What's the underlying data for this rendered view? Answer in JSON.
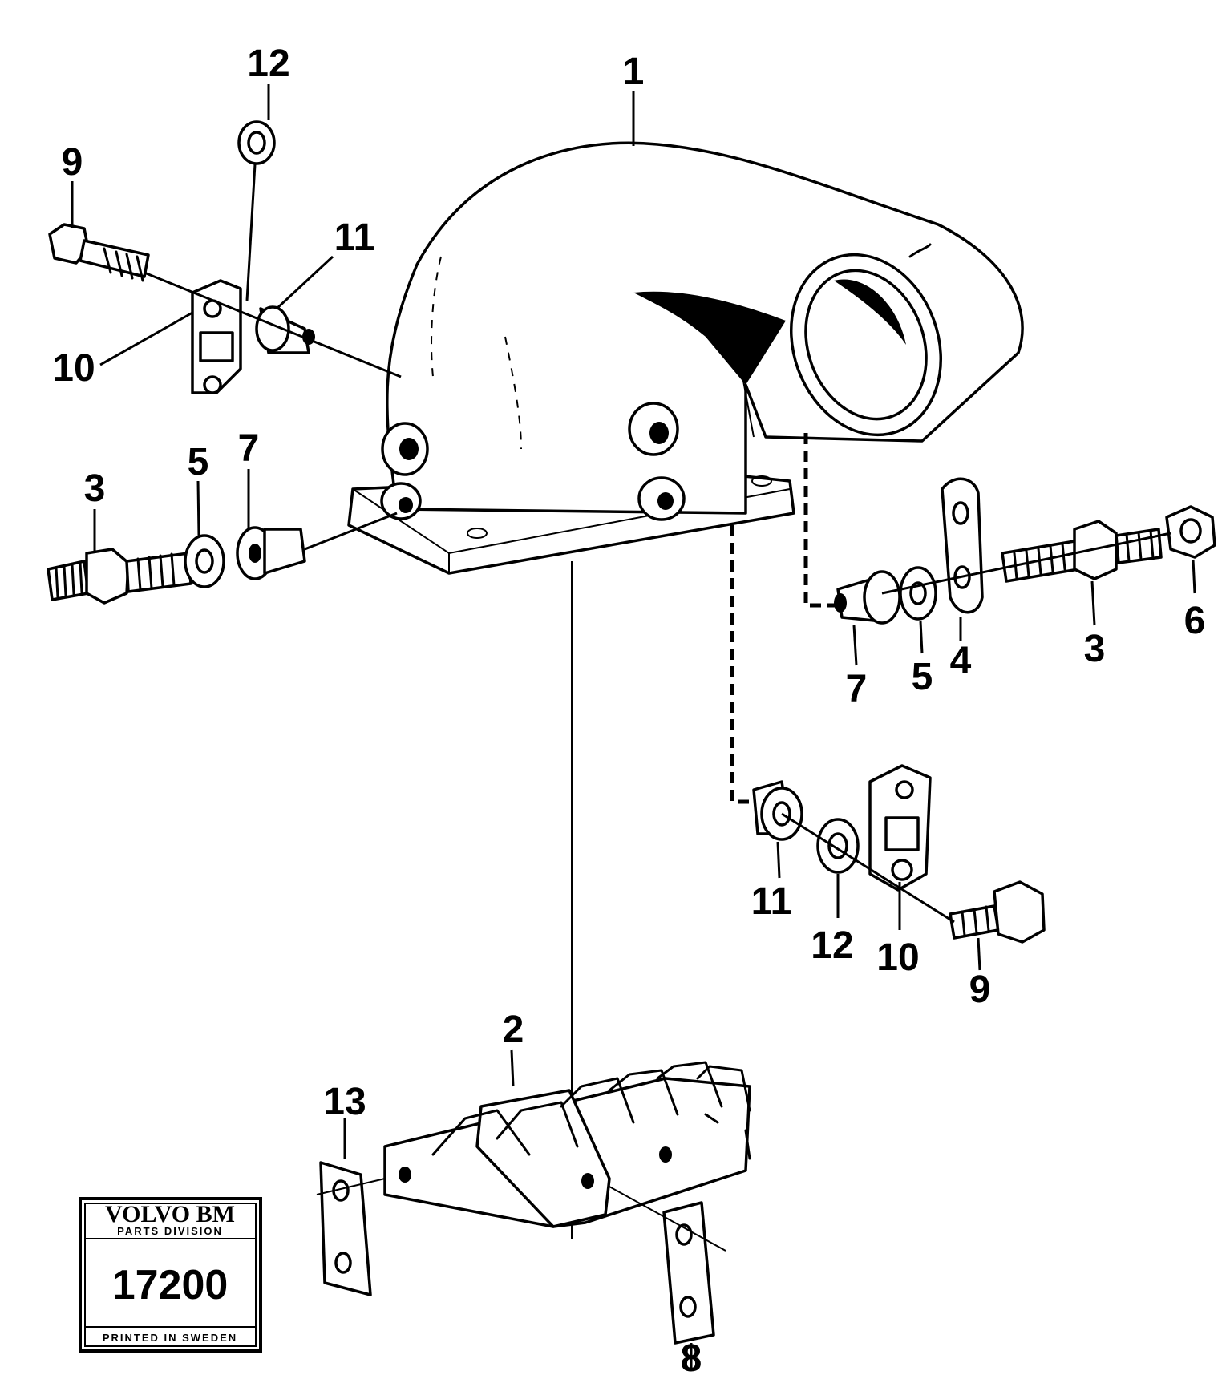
{
  "callouts": {
    "c1": "1",
    "c2": "2",
    "c3a": "3",
    "c3b": "3",
    "c4": "4",
    "c5a": "5",
    "c5b": "5",
    "c6": "6",
    "c7a": "7",
    "c7b": "7",
    "c8": "8",
    "c9a": "9",
    "c9b": "9",
    "c10a": "10",
    "c10b": "10",
    "c11a": "11",
    "c11b": "11",
    "c12a": "12",
    "c12b": "12",
    "c13": "13"
  },
  "stamp": {
    "brand": "VOLVO BM",
    "division": "PARTS DIVISION",
    "number": "17200",
    "footer": "PRINTED IN SWEDEN"
  }
}
